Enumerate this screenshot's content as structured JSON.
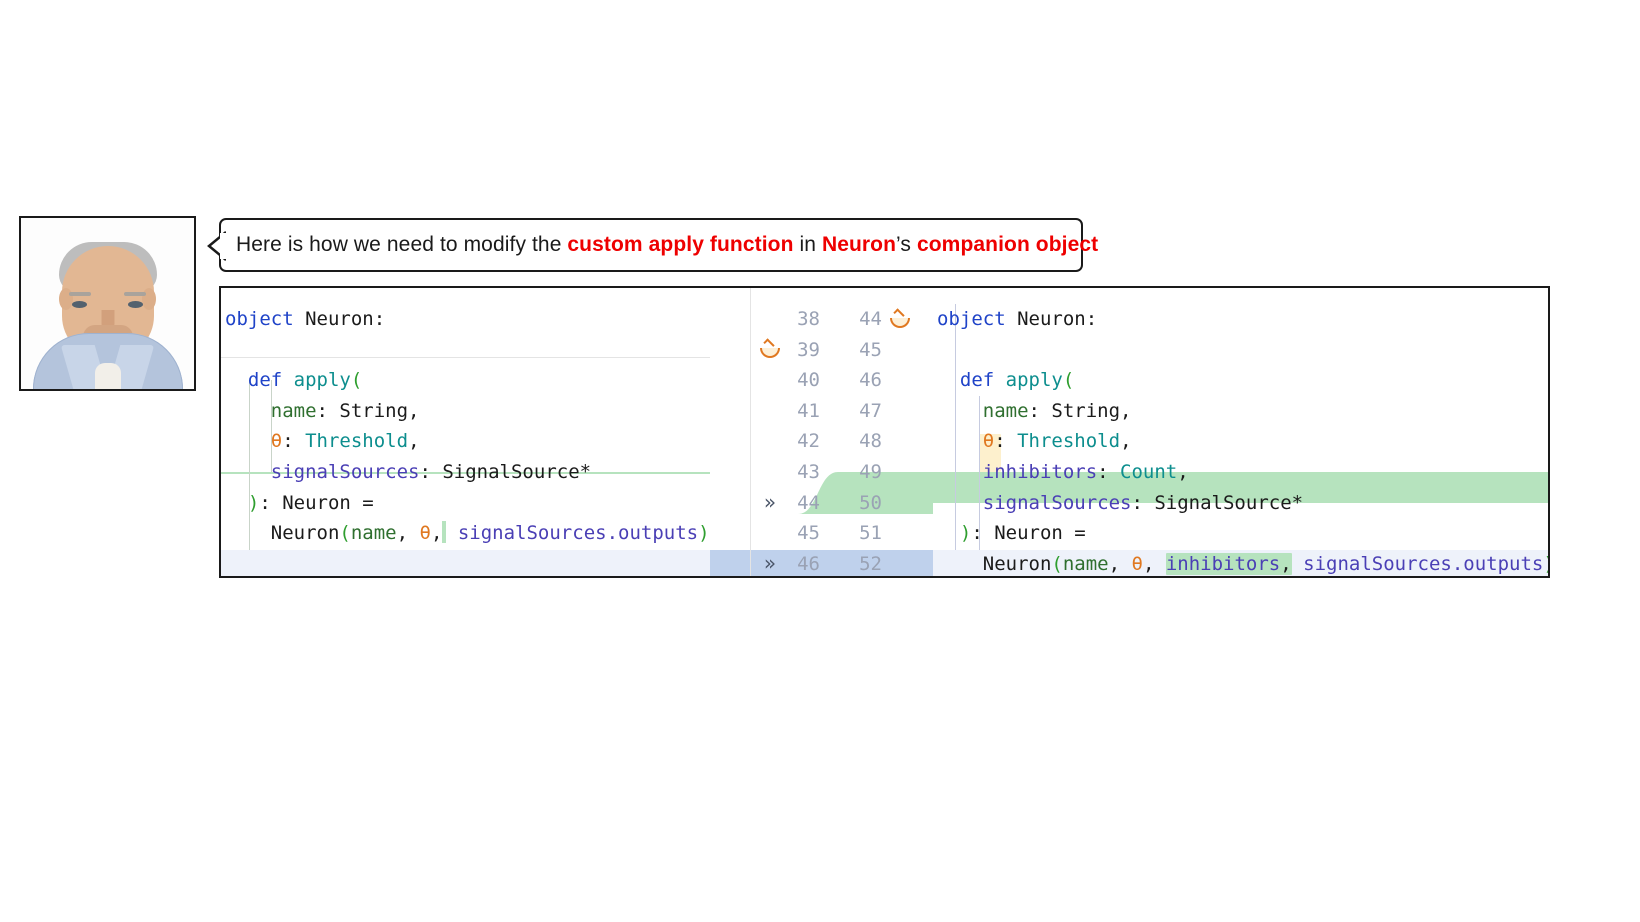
{
  "avatar": {
    "name": "speaker-headshot",
    "alt": "Headshot photo of a man with gray hair wearing a light blue shirt"
  },
  "bubble": {
    "segments": [
      {
        "text": "Here is how we need to modify the ",
        "emphasis": false
      },
      {
        "text": "custom apply function",
        "emphasis": true
      },
      {
        "text": " in ",
        "emphasis": false
      },
      {
        "text": "Neuron",
        "emphasis": true
      },
      {
        "text": "’s ",
        "emphasis": false
      },
      {
        "text": "companion object",
        "emphasis": true
      }
    ],
    "plain_text": "Here is how we need to modify the custom apply function in Neuron’s companion object",
    "emphasis_color": "#ee0000",
    "text_color": "#1a1a1a"
  },
  "diff": {
    "left_pane": {
      "label": "before-code-pane",
      "lines": [
        {
          "n": "",
          "tokens": []
        },
        {
          "n": "38",
          "tokens": [
            {
              "t": "object",
              "c": "kw"
            },
            {
              "t": " Neuron:",
              "c": "pl"
            }
          ]
        },
        {
          "n": "39",
          "tokens": []
        },
        {
          "n": "40",
          "tokens": [
            {
              "t": "  ",
              "c": "pl"
            },
            {
              "t": "def",
              "c": "kw"
            },
            {
              "t": " ",
              "c": "pl"
            },
            {
              "t": "apply",
              "c": "fn"
            },
            {
              "t": "(",
              "c": "par"
            }
          ]
        },
        {
          "n": "41",
          "tokens": [
            {
              "t": "    ",
              "c": "pl"
            },
            {
              "t": "name",
              "c": "pm"
            },
            {
              "t": ": String,",
              "c": "pl"
            }
          ]
        },
        {
          "n": "42",
          "tokens": [
            {
              "t": "    ",
              "c": "pl"
            },
            {
              "t": "θ",
              "c": "th"
            },
            {
              "t": ": ",
              "c": "pl"
            },
            {
              "t": "Threshold",
              "c": "ty"
            },
            {
              "t": ",",
              "c": "pl"
            }
          ]
        },
        {
          "n": "43",
          "tokens": [
            {
              "t": "    ",
              "c": "pl"
            },
            {
              "t": "signalSources",
              "c": "pmv"
            },
            {
              "t": ": SignalSource*",
              "c": "pl"
            }
          ]
        },
        {
          "n": "44",
          "tokens": [
            {
              "t": "  ",
              "c": "pl"
            },
            {
              "t": ")",
              "c": "par"
            },
            {
              "t": ": Neuron =",
              "c": "pl"
            }
          ]
        },
        {
          "n": "45",
          "tokens": [
            {
              "t": "    ",
              "c": "pl"
            },
            {
              "t": "Neuron",
              "c": "pl"
            },
            {
              "t": "(",
              "c": "par"
            },
            {
              "t": "name",
              "c": "pm"
            },
            {
              "t": ", ",
              "c": "pl"
            },
            {
              "t": "θ",
              "c": "th"
            },
            {
              "t": ",",
              "c": "pl"
            }
          ]
        }
      ],
      "last_line_tail": " signalSources.outputs)"
    },
    "right_pane": {
      "label": "after-code-pane",
      "lines": [
        {
          "tokens": [
            {
              "t": "object",
              "c": "kw"
            },
            {
              "t": " Neuron:",
              "c": "pl"
            }
          ]
        }
      ]
    },
    "gutter": {
      "label": "diff-line-number-gutter",
      "rows": [
        {
          "old": "38",
          "new": "44",
          "fold_old": false,
          "fold_new": true,
          "chev_old": false
        },
        {
          "old": "39",
          "new": "45",
          "fold_old": true,
          "fold_new": false,
          "chev_old": false
        },
        {
          "old": "40",
          "new": "46",
          "fold_old": false,
          "fold_new": false,
          "chev_old": false
        },
        {
          "old": "41",
          "new": "47",
          "fold_old": false,
          "fold_new": false,
          "chev_old": false
        },
        {
          "old": "42",
          "new": "48",
          "fold_old": false,
          "fold_new": false,
          "chev_old": false
        },
        {
          "old": "43",
          "new": "49",
          "fold_old": false,
          "fold_new": false,
          "chev_old": false
        },
        {
          "old": "44",
          "new": "50",
          "fold_old": false,
          "fold_new": false,
          "chev_old": true
        },
        {
          "old": "45",
          "new": "51",
          "fold_old": false,
          "fold_new": false,
          "chev_old": false
        },
        {
          "old": "46",
          "new": "52",
          "fold_old": false,
          "fold_new": false,
          "chev_old": true
        }
      ],
      "chevron_glyph": "»"
    },
    "code_left": {
      "l1_kw": "object",
      "l1_rest": " Neuron:",
      "l3_indent": "  ",
      "l3_kw": "def",
      "l3_sp": " ",
      "l3_fn": "apply",
      "l3_par": "(",
      "l4_indent": "    ",
      "l4_pm": "name",
      "l4_rest": ": String,",
      "l5_indent": "    ",
      "l5_th": "θ",
      "l5_colon": ": ",
      "l5_ty": "Threshold",
      "l5_comma": ",",
      "l6_indent": "    ",
      "l6_pmv": "signalSources",
      "l6_rest": ": SignalSource*",
      "l7_indent": "  ",
      "l7_par": ")",
      "l7_rest": ": Neuron =",
      "l8_indent": "    ",
      "l8_name": "Neuron",
      "l8_par_o": "(",
      "l8_pm": "name",
      "l8_sep1": ", ",
      "l8_th": "θ",
      "l8_comma": ",",
      "l8_tail": " signalSources.outputs",
      "l8_par_c": ")"
    },
    "code_right": {
      "l1_kw": "object",
      "l1_rest": " Neuron:",
      "l3_indent": "  ",
      "l3_kw": "def",
      "l3_sp": " ",
      "l3_fn": "apply",
      "l3_par": "(",
      "l4_indent": "    ",
      "l4_pm": "name",
      "l4_rest": ": String,",
      "l5_indent": "    ",
      "l5_th": "θ",
      "l5_colon": ": ",
      "l5_ty": "Threshold",
      "l5_comma": ",",
      "l6_indent": "    ",
      "l6_pmv": "inhibitors",
      "l6_colon": ": ",
      "l6_ty": "Count",
      "l6_comma": ",",
      "l7_indent": "    ",
      "l7_pmv": "signalSources",
      "l7_rest": ": SignalSource*",
      "l8_indent": "  ",
      "l8_par": ")",
      "l8_rest": ": Neuron =",
      "l9_indent": "    ",
      "l9_name": "Neuron",
      "l9_par_o": "(",
      "l9_pm": "name",
      "l9_sep1": ", ",
      "l9_th": "θ",
      "l9_sep2": ", ",
      "l9_added": "inhibitors",
      "l9_sep3": ",",
      "l9_tail": " signalSources.outputs",
      "l9_par_c": ")"
    },
    "colors": {
      "added_green": "#b6e3be",
      "added_green_light": "#dff0e2",
      "cursor_blue": "#eef2fa",
      "cursor_blue_gutter": "#bfd1ec",
      "keyword_blue": "#1f43c8",
      "type_teal": "#0d8e8e",
      "param_green": "#2f6f2f",
      "param_violet": "#4a3fb5",
      "theta_orange": "#e07820",
      "paren_green": "#2f9e2f",
      "gutter_gray": "#9aa2b4",
      "border_black": "#1a1a1a"
    }
  }
}
